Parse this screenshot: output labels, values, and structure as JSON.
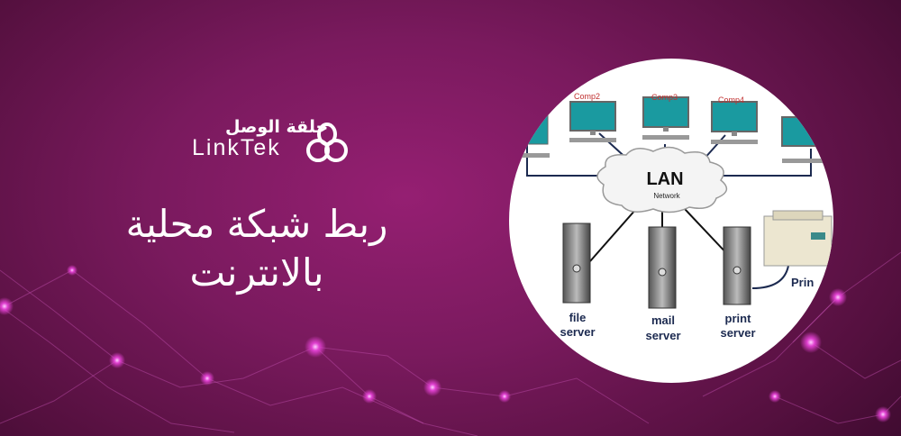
{
  "brand": {
    "arabic_name": "حلقة الوصل",
    "english_name": "LinkTek"
  },
  "headline": {
    "line1": "ربط شبكة محلية",
    "line2": "بالانترنت"
  },
  "diagram": {
    "computers": [
      "Comp2",
      "Comp3",
      "Comp4"
    ],
    "cloud": {
      "title": "LAN",
      "subtitle": "Network"
    },
    "servers": [
      {
        "line1": "file",
        "line2": "server"
      },
      {
        "line1": "mail",
        "line2": "server"
      },
      {
        "line1": "print",
        "line2": "server"
      }
    ],
    "printer_label": "Prin"
  },
  "colors": {
    "background": "#7a1a5e",
    "accent_glow": "#e040d0",
    "label_red": "#c03030",
    "label_navy": "#1c2a50",
    "monitor": "#1a9aa0"
  }
}
